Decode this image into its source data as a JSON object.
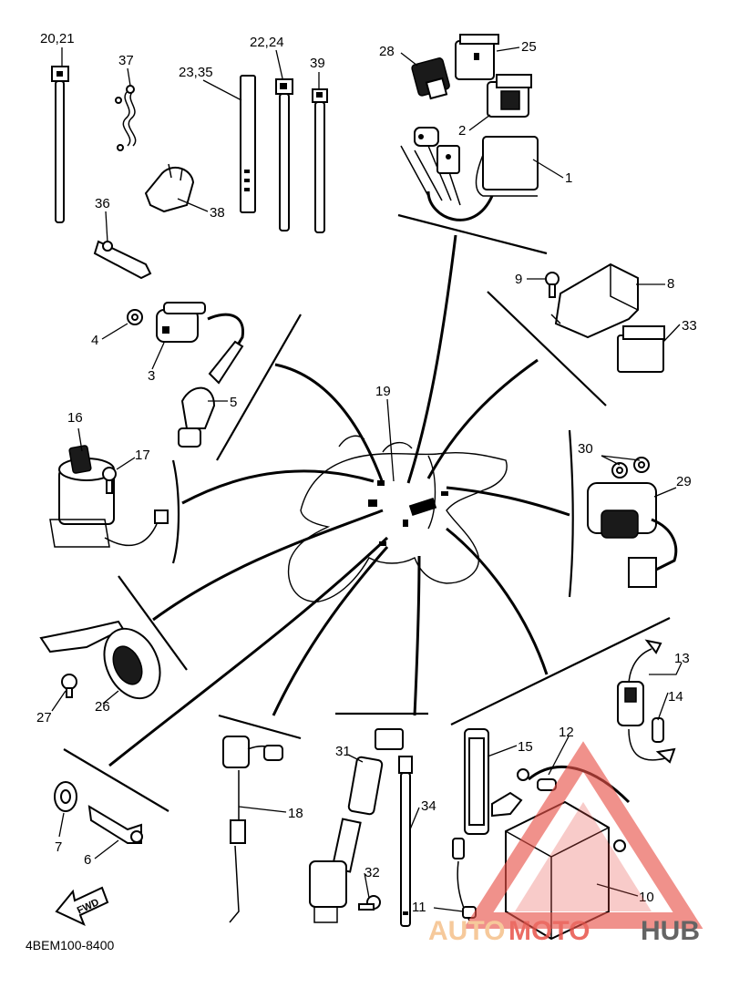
{
  "diagram": {
    "code": "4BEM100-8400",
    "fwd_label": "FWD",
    "callouts": [
      {
        "id": "c-20-21",
        "text": "20,21"
      },
      {
        "id": "c-37",
        "text": "37"
      },
      {
        "id": "c-23-35",
        "text": "23,35"
      },
      {
        "id": "c-22-24",
        "text": "22,24"
      },
      {
        "id": "c-39",
        "text": "39"
      },
      {
        "id": "c-28",
        "text": "28"
      },
      {
        "id": "c-25",
        "text": "25"
      },
      {
        "id": "c-2",
        "text": "2"
      },
      {
        "id": "c-1",
        "text": "1"
      },
      {
        "id": "c-38",
        "text": "38"
      },
      {
        "id": "c-36",
        "text": "36"
      },
      {
        "id": "c-9",
        "text": "9"
      },
      {
        "id": "c-8",
        "text": "8"
      },
      {
        "id": "c-33",
        "text": "33"
      },
      {
        "id": "c-4",
        "text": "4"
      },
      {
        "id": "c-3",
        "text": "3"
      },
      {
        "id": "c-5",
        "text": "5"
      },
      {
        "id": "c-19",
        "text": "19"
      },
      {
        "id": "c-16",
        "text": "16"
      },
      {
        "id": "c-17",
        "text": "17"
      },
      {
        "id": "c-30",
        "text": "30"
      },
      {
        "id": "c-29",
        "text": "29"
      },
      {
        "id": "c-27",
        "text": "27"
      },
      {
        "id": "c-26",
        "text": "26"
      },
      {
        "id": "c-13",
        "text": "13"
      },
      {
        "id": "c-14",
        "text": "14"
      },
      {
        "id": "c-12",
        "text": "12"
      },
      {
        "id": "c-15",
        "text": "15"
      },
      {
        "id": "c-31",
        "text": "31"
      },
      {
        "id": "c-18",
        "text": "18"
      },
      {
        "id": "c-34",
        "text": "34"
      },
      {
        "id": "c-7",
        "text": "7"
      },
      {
        "id": "c-6",
        "text": "6"
      },
      {
        "id": "c-32",
        "text": "32"
      },
      {
        "id": "c-11",
        "text": "11"
      },
      {
        "id": "c-10",
        "text": "10"
      }
    ]
  },
  "watermark": {
    "part1": "AUTO",
    "part2": "MOTO",
    "part3": "HUB",
    "color_light": "#f5c08a",
    "color_red": "#e8534a",
    "color_dark": "#4a4a4a"
  }
}
